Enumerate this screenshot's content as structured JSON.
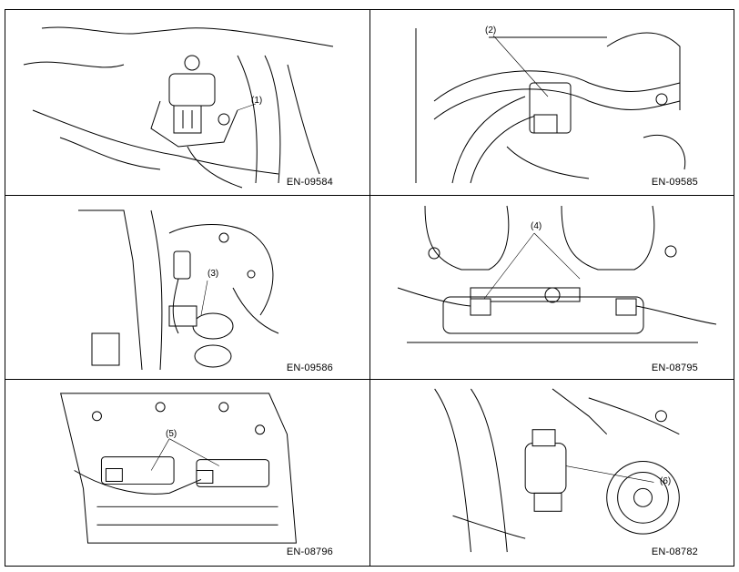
{
  "panels": [
    {
      "code": "EN-09584",
      "callouts": [
        "(1)"
      ]
    },
    {
      "code": "EN-09585",
      "callouts": [
        "(2)"
      ]
    },
    {
      "code": "EN-09586",
      "callouts": [
        "(3)"
      ]
    },
    {
      "code": "EN-08795",
      "callouts": [
        "(4)"
      ]
    },
    {
      "code": "EN-08796",
      "callouts": [
        "(5)"
      ]
    },
    {
      "code": "EN-08782",
      "callouts": [
        "(6)"
      ]
    }
  ]
}
